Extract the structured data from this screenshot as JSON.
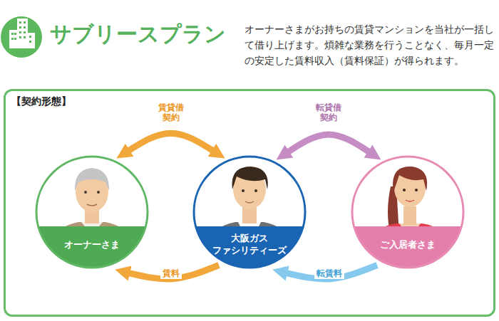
{
  "diagram": {
    "title": "サブリースプラン",
    "caption": "オーナーさまがお持ちの賃貸マンションを当社が一括して借り上げます。煩雑な業務を行うことなく、毎月一定の安定した賃料収入（賃料保証）が得られます。",
    "nodes": [
      {
        "text": [
          "【契約形態】"
        ]
      },
      {
        "text": [
          "オーナーさま"
        ],
        "in": 0
      },
      {
        "text": [
          "大阪ガス ファシリティーズ"
        ],
        "in": 0
      },
      {
        "text": [
          "ご入居者さま"
        ],
        "in": 0
      }
    ],
    "edges": [
      {
        "from": 1,
        "to": 2,
        "arrow": "both",
        "label": "賃貸借 契約"
      },
      {
        "from": 2,
        "to": 3,
        "arrow": "both",
        "label": "転貸借 契約"
      },
      {
        "from": 2,
        "to": 1,
        "arrow": "to",
        "label": "賃料"
      },
      {
        "from": 3,
        "to": 2,
        "arrow": "to",
        "label": "転賃料"
      }
    ]
  }
}
